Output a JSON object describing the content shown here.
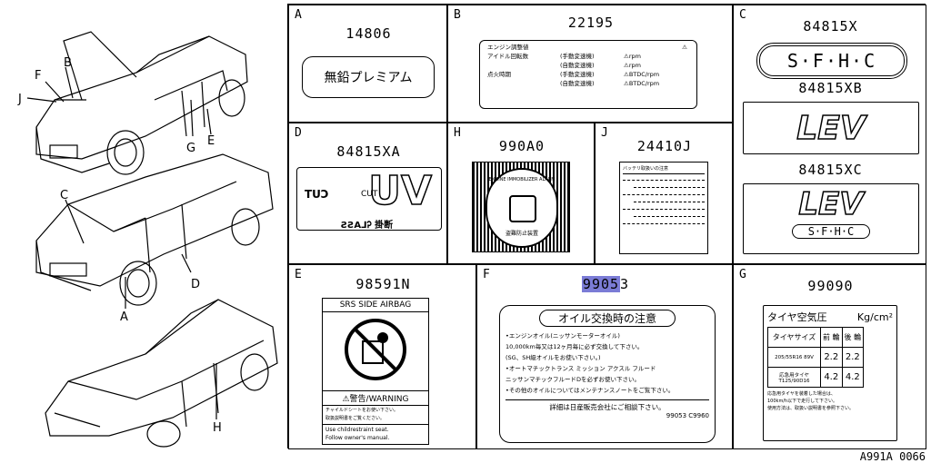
{
  "callouts": {
    "F": "F",
    "B": "B",
    "J": "J",
    "G": "G",
    "E": "E",
    "C": "C",
    "D": "D",
    "A": "A",
    "H": "H"
  },
  "cells": {
    "A": {
      "letter": "A",
      "part": "14806",
      "label": "無鉛プレミアム"
    },
    "B": {
      "letter": "B",
      "part": "22195",
      "rows": [
        {
          "c1": "エンジン調整値",
          "c2": "",
          "c3": "⚠"
        },
        {
          "c1": "アイドル回転数",
          "c2": "(手動変速機)",
          "c3": "⚠rpm"
        },
        {
          "c1": "",
          "c2": "(自動変速機)",
          "c3": "⚠rpm"
        },
        {
          "c1": "点火時期",
          "c2": "(手動変速機)",
          "c3": "⚠BTDC/rpm"
        },
        {
          "c1": "",
          "c2": "(自動変速機)",
          "c3": "⚠BTDC/rpm"
        }
      ]
    },
    "C": {
      "letter": "C",
      "part1": "84815X",
      "emblem1": "S·F·H·C",
      "part2": "84815XB",
      "emblem2": "LEV",
      "part3": "84815XC",
      "emblem3": "LEV",
      "emblem3sub": "S·F·H·C"
    },
    "D": {
      "letter": "D",
      "part": "84815XA",
      "big": "UV",
      "small1": "TUϽ",
      "small2": "CUT",
      "small3": "ƧƧA⅃Ꭾ 掛断"
    },
    "H": {
      "letter": "H",
      "part": "990A0",
      "ring": "ENGINE IMMOBILIZER ALARM",
      "caption": "盗難防止装置"
    },
    "J": {
      "letter": "J",
      "part": "24410J",
      "title": "バッテリ取扱いの注意"
    },
    "E": {
      "letter": "E",
      "part": "98591N",
      "head": "SRS SIDE AIRBAG",
      "warn": "⚠警告/WARNING",
      "jp1": "チャイルドシートをお使い下さい。",
      "jp2": "取扱説明書をご覧ください。",
      "en1": "Use childrestraint seat.",
      "en2": "Follow owner's manual."
    },
    "F": {
      "letter": "F",
      "part_hl": "9905",
      "part_rest": "3",
      "title": "オイル交換時の注意",
      "lines": [
        "•エンジンオイル(ニッサンモーターオイル)",
        "10,000km毎又は12ヶ月毎に必ず交換して下さい。",
        "(SG、SH級オイルをお使い下さい。)",
        "•オートマチックトランス ミッション アクスル フルード",
        "ニッサンマチックフルードDを必ずお使い下さい。",
        "•その他のオイルについてはメンテナンスノートをご覧下さい。"
      ],
      "footer": "詳細は日産販売会社にご相談下さい。",
      "code": "99053 C9960"
    },
    "G": {
      "letter": "G",
      "part": "99090",
      "title": "タイヤ空気圧",
      "unit": "Kg/cm²",
      "h1": "タイヤサイズ",
      "h2": "前 輪",
      "h3": "後 輪",
      "r1": [
        "205/55R16 89V",
        "2.2",
        "2.2"
      ],
      "r2": [
        "応急用タイヤ T125/90D16",
        "4.2",
        "4.2"
      ],
      "note1": "応急用タイヤを装着した場合は、",
      "note2": "100km/h以下で走行して下さい。",
      "note3": "使用方法は、取扱い説明書を参照下さい。"
    }
  },
  "footer": "A991A 0066"
}
